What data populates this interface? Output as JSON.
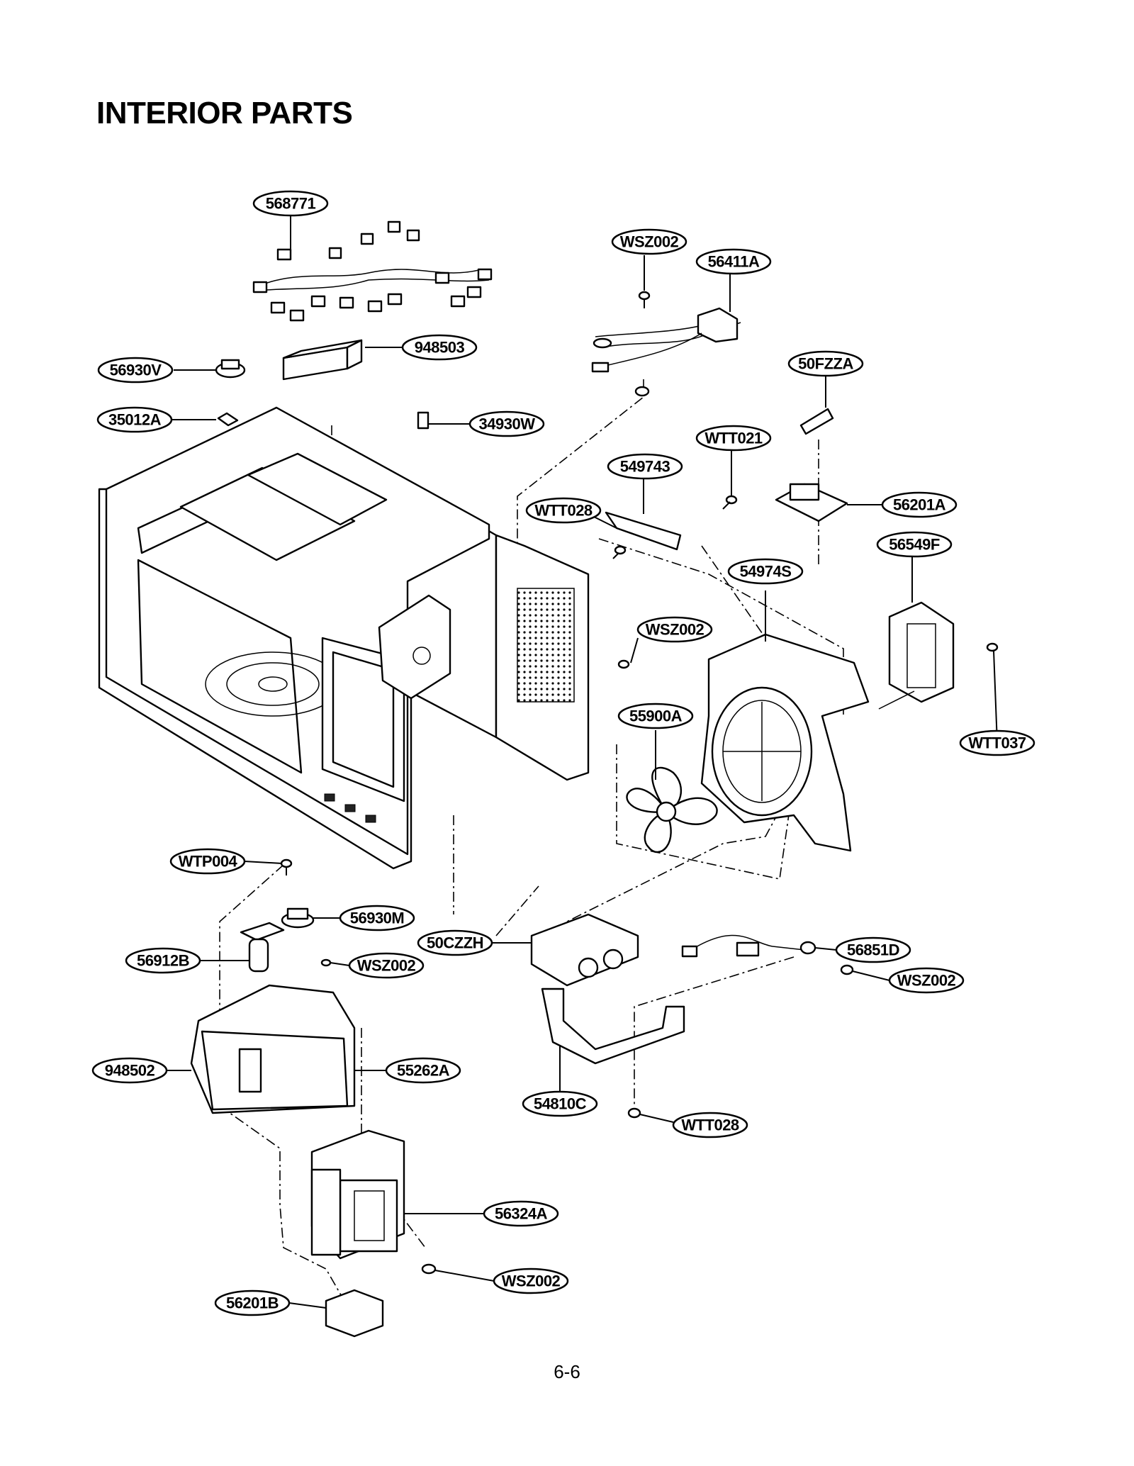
{
  "title": "INTERIOR PARTS",
  "page_number": "6-6",
  "part_labels": [
    "568771",
    "WSZ002",
    "56411A",
    "948503",
    "56930V",
    "50FZZA",
    "35012A",
    "34930W",
    "WTT021",
    "549743",
    "WTT028",
    "56201A",
    "56549F",
    "54974S",
    "WSZ002",
    "55900A",
    "WTT037",
    "WTP004",
    "56930M",
    "50CZZH",
    "56851D",
    "56912B",
    "WSZ002",
    "WSZ002",
    "948502",
    "55262A",
    "54810C",
    "WTT028",
    "56324A",
    "WSZ002",
    "56201B"
  ]
}
